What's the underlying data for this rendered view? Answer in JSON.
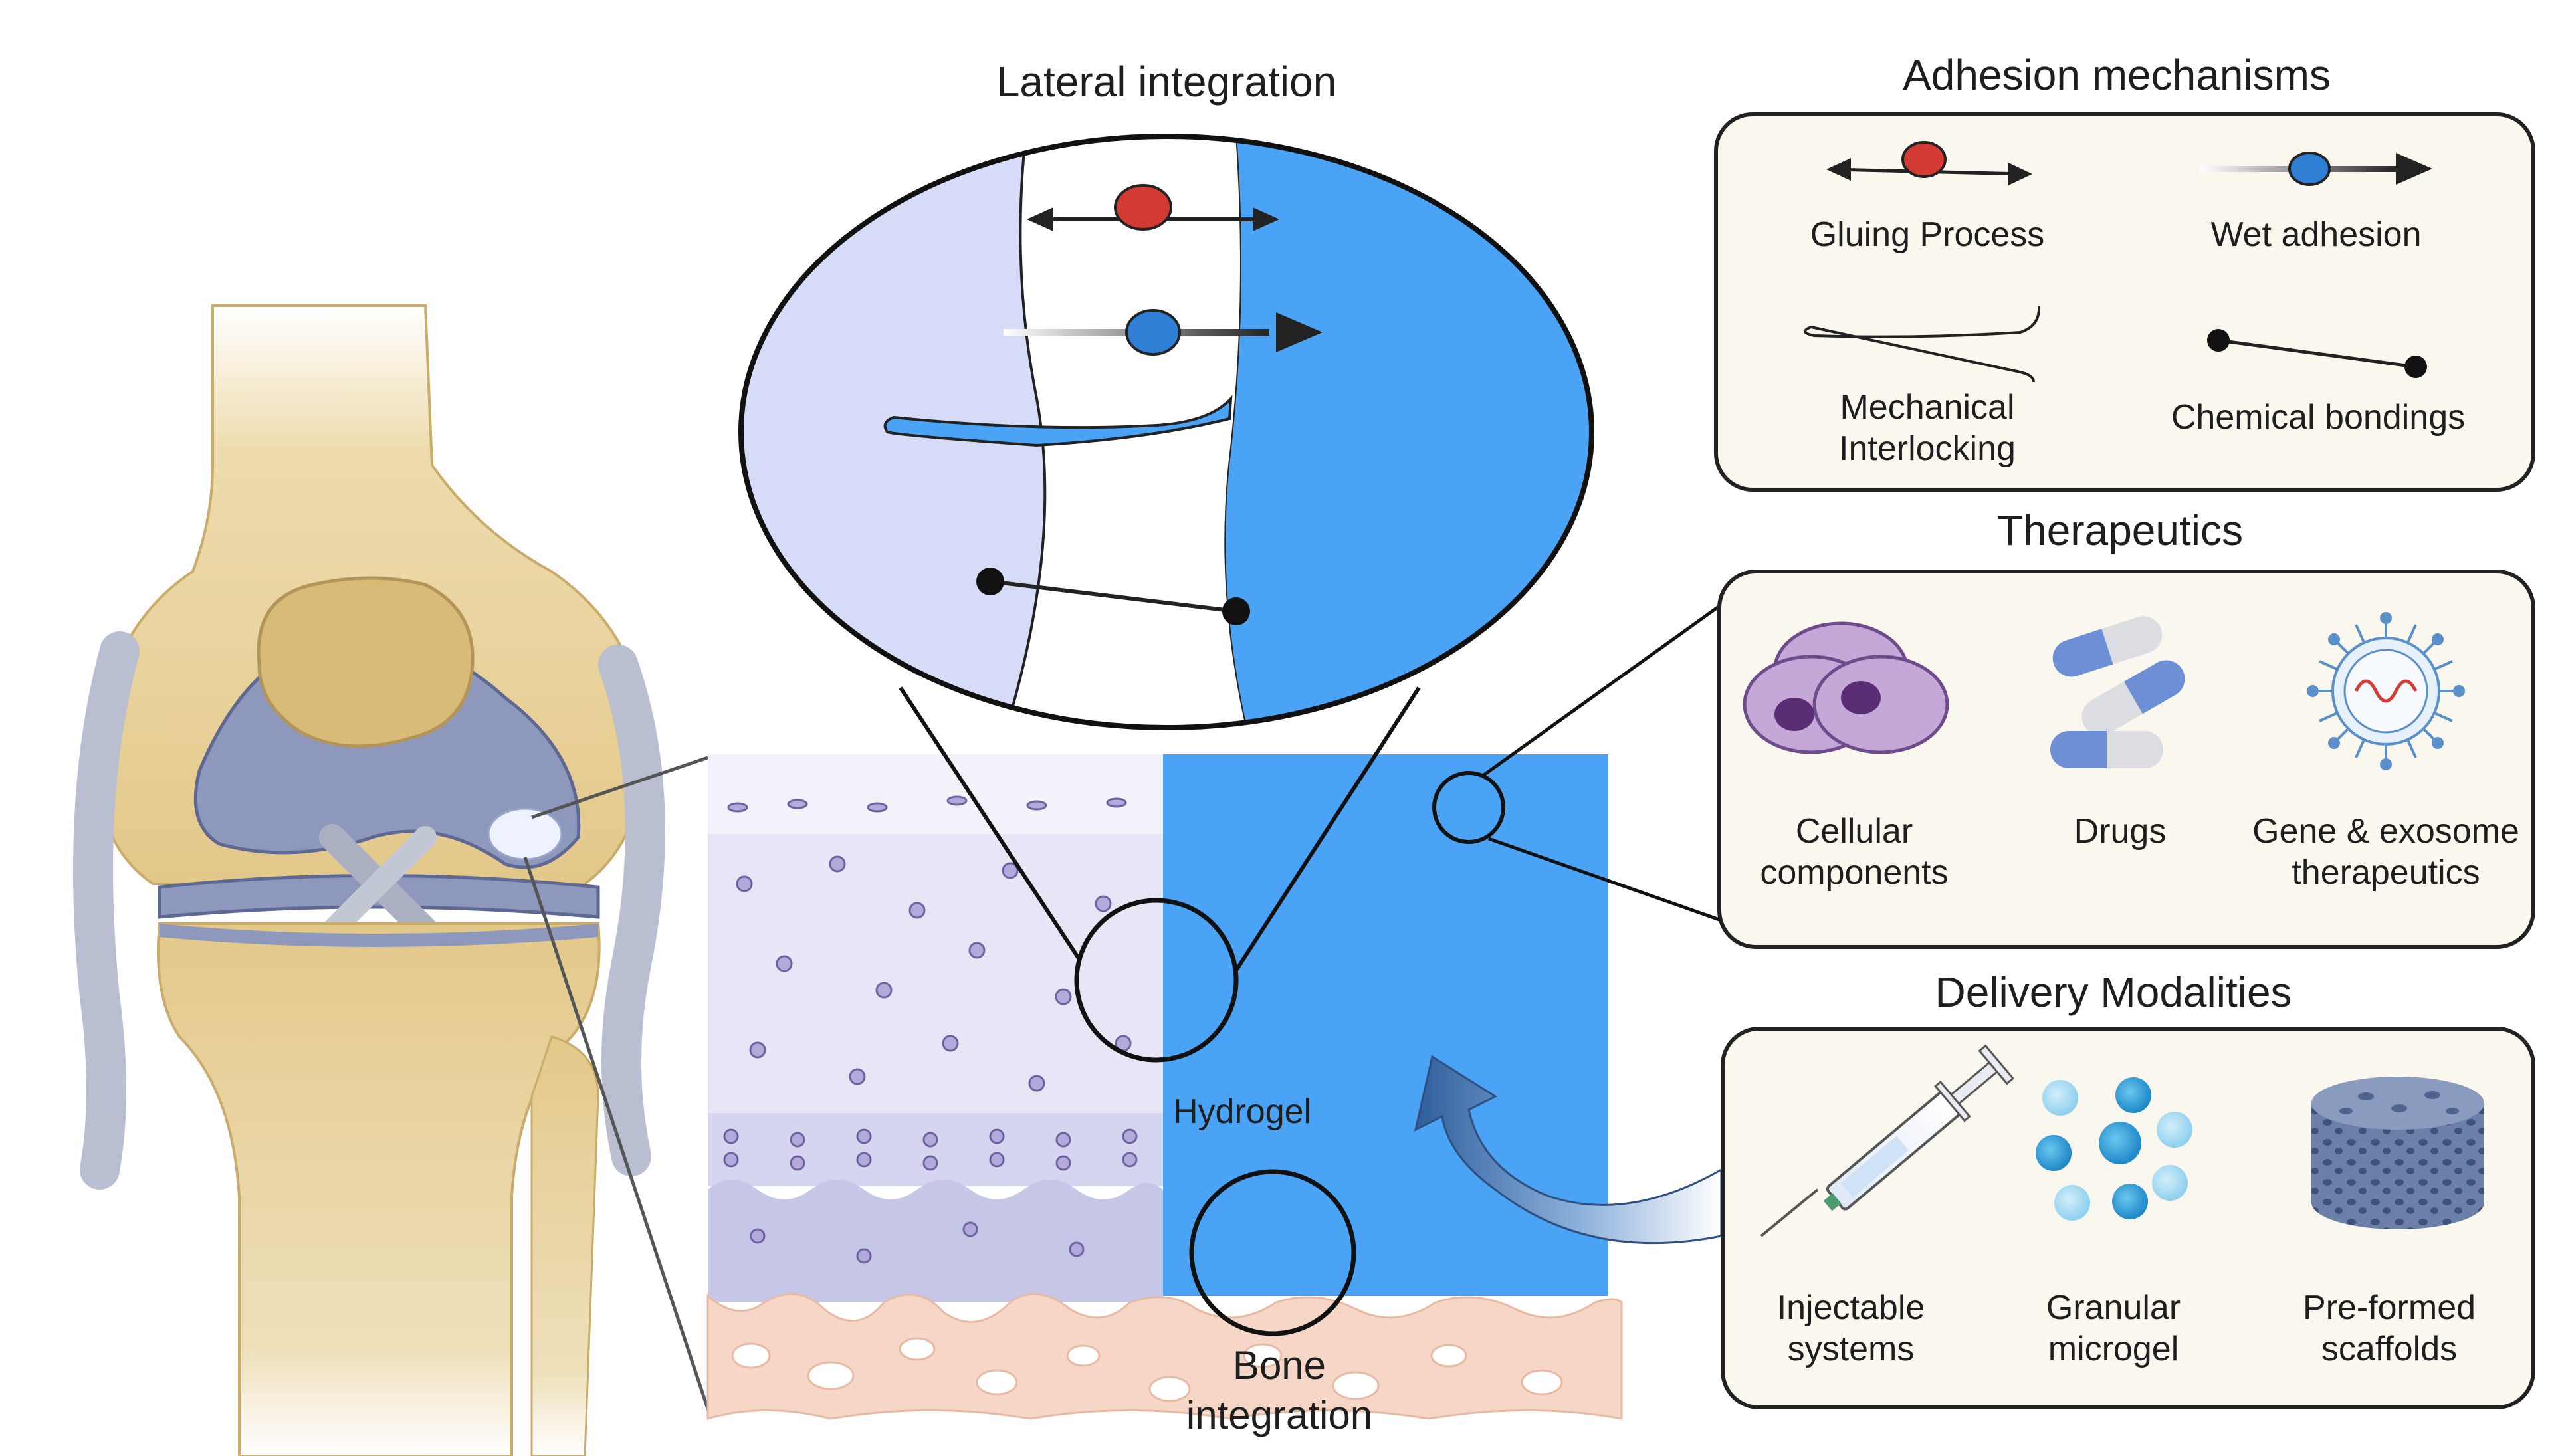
{
  "colors": {
    "hydrogel_blue": "#4aa3f5",
    "lens_light": "#d6dcf7",
    "panel_bg": "#faf7ef",
    "bone_yellow": "#e6cf96",
    "cartilage_purple": "#e8e8f8",
    "bone_pink": "#f6d6c6",
    "glue_red": "#d23a33",
    "wet_blue": "#2f7fd4"
  },
  "lens": {
    "title": "Lateral integration"
  },
  "tissue": {
    "hydrogel_label": "Hydrogel",
    "bone_label_line1": "Bone",
    "bone_label_line2": "integration"
  },
  "adhesion": {
    "title": "Adhesion mechanisms",
    "gluing": "Gluing Process",
    "wet": "Wet adhesion",
    "mech_line1": "Mechanical",
    "mech_line2": "Interlocking",
    "chem": "Chemical bondings"
  },
  "therapeutics": {
    "title": "Therapeutics",
    "cell_line1": "Cellular",
    "cell_line2": "components",
    "drugs": "Drugs",
    "gene_line1": "Gene & exosome",
    "gene_line2": "therapeutics"
  },
  "delivery": {
    "title": "Delivery Modalities",
    "inj_line1": "Injectable",
    "inj_line2": "systems",
    "gran_line1": "Granular",
    "gran_line2": "microgel",
    "pre_line1": "Pre-formed",
    "pre_line2": "scaffolds"
  },
  "icons": [
    "knee-joint-icon",
    "gluing-arrow-icon",
    "wet-adhesion-arrow-icon",
    "interlock-icon",
    "chemical-bond-icon",
    "cell-icon",
    "capsule-icon",
    "exosome-icon",
    "syringe-icon",
    "microgel-icon",
    "scaffold-icon"
  ]
}
